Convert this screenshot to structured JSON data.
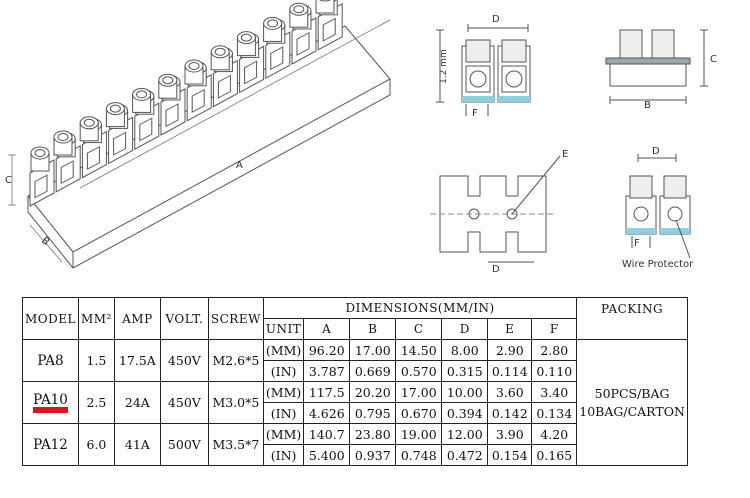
{
  "drawing": {
    "main_labels": {
      "A": "A",
      "B": "B",
      "C": "C"
    },
    "top_view": {
      "dim_d": "D",
      "dim_height": "1.2 mm",
      "dim_f": "F"
    },
    "side_view": {
      "dim_b": "B",
      "dim_c": "C"
    },
    "plan_view": {
      "dim_d": "D",
      "dim_e": "E"
    },
    "protector_view": {
      "dim_d": "D",
      "dim_f": "F",
      "caption": "Wire Protector"
    }
  },
  "table": {
    "headers": {
      "model": "MODEL",
      "mm2": "MM²",
      "amp": "AMP",
      "volt": "VOLT.",
      "screw": "SCREW",
      "dimensions": "DIMENSIONS(MM/IN)",
      "packing": "PACKING"
    },
    "subheaders": [
      "UNIT",
      "A",
      "B",
      "C",
      "D",
      "E",
      "F"
    ],
    "rows": [
      {
        "model": "PA8",
        "mm2": "1.5",
        "amp": "17.5A",
        "volt": "450V",
        "screw": "M2.6*5",
        "mm": [
          "(MM)",
          "96.20",
          "17.00",
          "14.50",
          "8.00",
          "2.90",
          "2.80"
        ],
        "in": [
          "(IN)",
          "3.787",
          "0.669",
          "0.570",
          "0.315",
          "0.114",
          "0.110"
        ]
      },
      {
        "model": "PA10",
        "mm2": "2.5",
        "amp": "24A",
        "volt": "450V",
        "screw": "M3.0*5",
        "mm": [
          "(MM)",
          "117.5",
          "20.20",
          "17.00",
          "10.00",
          "3.60",
          "3.40"
        ],
        "in": [
          "(IN)",
          "4.626",
          "0.795",
          "0.670",
          "0.394",
          "0.142",
          "0.134"
        ]
      },
      {
        "model": "PA12",
        "mm2": "6.0",
        "amp": "41A",
        "volt": "500V",
        "screw": "M3.5*7",
        "mm": [
          "(MM)",
          "140.7",
          "23.80",
          "19.00",
          "12.00",
          "3.90",
          "4.20"
        ],
        "in": [
          "(IN)",
          "5.400",
          "0.937",
          "0.748",
          "0.472",
          "0.154",
          "0.165"
        ]
      }
    ],
    "packing": {
      "line1": "50PCS/BAG",
      "line2": "10BAG/CARTON"
    },
    "highlight_color": "#e01414"
  }
}
